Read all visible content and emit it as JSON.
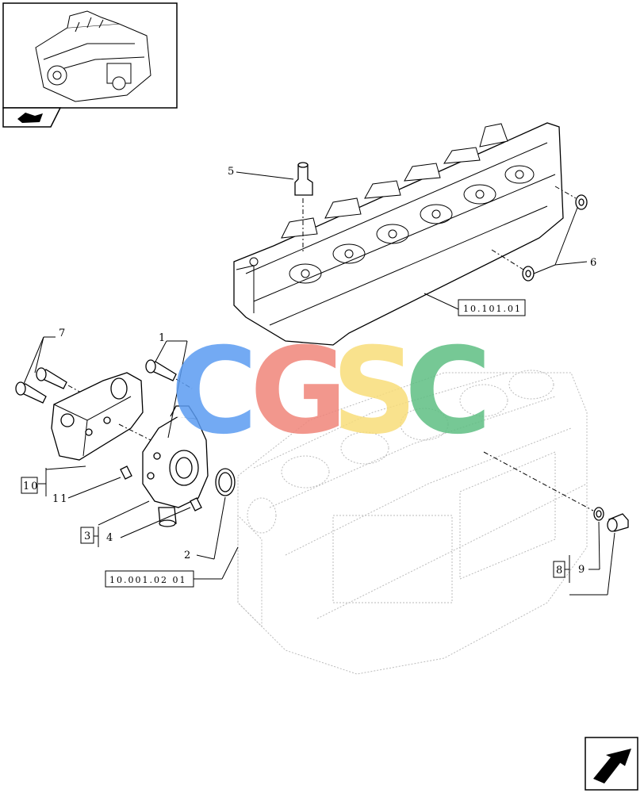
{
  "watermark": {
    "letters": [
      {
        "char": "C",
        "color": "#5b9cf2"
      },
      {
        "char": "G",
        "color": "#f0857a"
      },
      {
        "char": "S",
        "color": "#f8dd7a"
      },
      {
        "char": "C",
        "color": "#5fbf83"
      }
    ]
  },
  "callouts": {
    "c1": "1",
    "c2": "2",
    "c3": "3",
    "c4": "4",
    "c5": "5",
    "c6": "6",
    "c7": "7",
    "c8": "8",
    "c9": "9",
    "c10": "10",
    "c11": "11"
  },
  "references": {
    "cylinder_head": "10.101.01",
    "engine_block": "10.001.02 01"
  },
  "icons": {
    "thumbnail": "engine-thumbnail-icon",
    "view_marker": "view-marker-icon",
    "nav_arrow": "arrow-left-down-icon"
  }
}
